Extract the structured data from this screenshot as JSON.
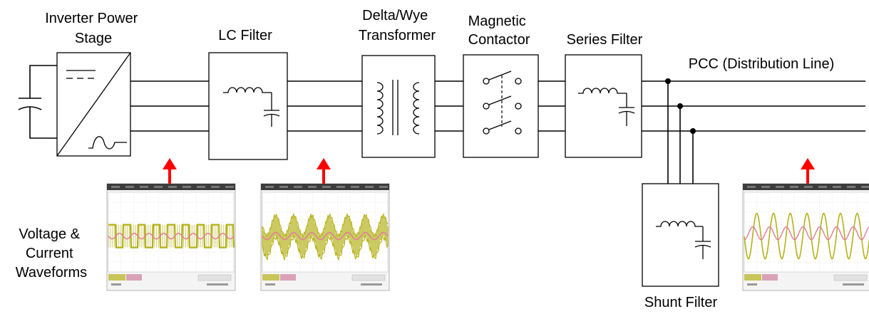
{
  "blocks": {
    "inverter": "Inverter Power\nStage",
    "lc_filter": "LC Filter",
    "transformer": "Delta/Wye\nTransformer",
    "contactor": "Magnetic\nContactor",
    "series_filter": "Series Filter",
    "shunt_filter": "Shunt Filter"
  },
  "pcc_label": "PCC (Distribution Line)",
  "waveform_label": "Voltage &\nCurrent\nWaveforms",
  "colors": {
    "arrow": "#ff0000",
    "voltage_trace": "#b5b11a",
    "current_trace": "#e07a9a",
    "scope_header": "#3c3c3c",
    "scope_grid": "#c8c8c8"
  },
  "scopes": [
    {
      "name": "inverter-output-scope",
      "waveform": "square-pwm"
    },
    {
      "name": "lc-filter-output-scope",
      "waveform": "noisy-sine"
    },
    {
      "name": "pcc-scope",
      "waveform": "clean-sine"
    }
  ]
}
